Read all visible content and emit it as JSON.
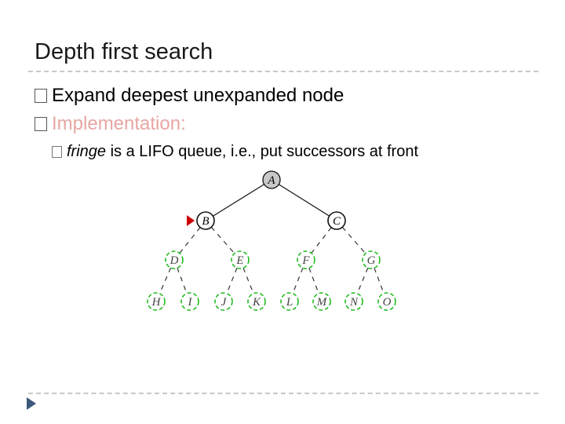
{
  "slide": {
    "title": "Depth first search",
    "bullets": [
      {
        "text": "Expand deepest unexpanded node"
      },
      {
        "text": "Implementation:"
      }
    ],
    "sub_bullet": {
      "italic_word": "fringe",
      "rest": " is a LIFO queue, i.e., put successors at front"
    }
  },
  "tree": {
    "nodes": {
      "A": {
        "label": "A",
        "state": "expanded"
      },
      "B": {
        "label": "B",
        "state": "current"
      },
      "C": {
        "label": "C",
        "state": "unexpanded"
      },
      "D": {
        "label": "D",
        "state": "unseen"
      },
      "E": {
        "label": "E",
        "state": "unseen"
      },
      "F": {
        "label": "F",
        "state": "unseen"
      },
      "G": {
        "label": "G",
        "state": "unseen"
      },
      "H": {
        "label": "H",
        "state": "unseen"
      },
      "I": {
        "label": "I",
        "state": "unseen"
      },
      "J": {
        "label": "J",
        "state": "unseen"
      },
      "K": {
        "label": "K",
        "state": "unseen"
      },
      "L": {
        "label": "L",
        "state": "unseen"
      },
      "M": {
        "label": "M",
        "state": "unseen"
      },
      "N": {
        "label": "N",
        "state": "unseen"
      },
      "O": {
        "label": "O",
        "state": "unseen"
      }
    },
    "colors": {
      "expanded_fill": "#c8c8c8",
      "unseen_stroke": "#22bb22",
      "current_marker": "#cc0000"
    }
  },
  "nav": {
    "icon": "next-slide-arrow-icon"
  }
}
